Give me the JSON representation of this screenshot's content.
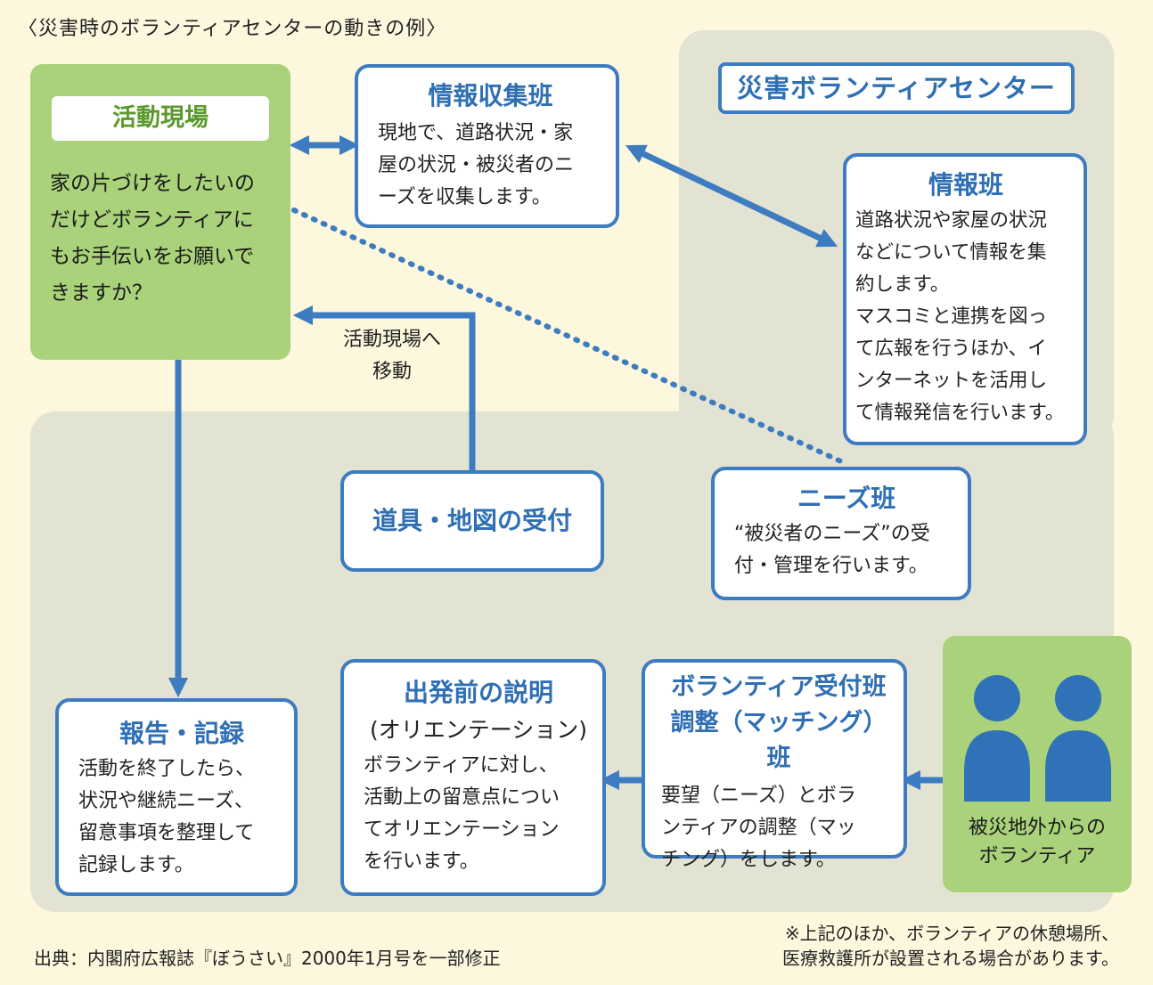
{
  "title": "〈災害時のボランティアセンターの動きの例〉",
  "site": {
    "label": "活動現場",
    "text": [
      "家の片づけをしたいの",
      "だけどボランティアに",
      "もお手伝いをお願いで",
      "きますか？"
    ]
  },
  "info_collection": {
    "title": "情報収集班",
    "text": [
      "現地で、道路状況・家",
      "屋の状況・被災者のニ",
      "ーズを収集します。"
    ]
  },
  "center_title": "災害ボランティアセンター",
  "info_team": {
    "title": "情報班",
    "text": [
      "道路状況や家屋の状況",
      "などについて情報を集",
      "約します。",
      "マスコミと連携を図っ",
      "て広報を行うほか、イ",
      "ンターネットを活用し",
      "て情報発信を行います。"
    ]
  },
  "move_label": [
    "活動現場へ",
    "移動"
  ],
  "tools": {
    "title": "道具・地図の受付"
  },
  "needs_team": {
    "title": "ニーズ班",
    "text": [
      "“被災者のニーズ”の受",
      "付・管理を行います。"
    ]
  },
  "report": {
    "title": "報告・記録",
    "text": [
      "活動を終了したら、",
      "状況や継続ニーズ、",
      "留意事項を整理して",
      "記録します。"
    ]
  },
  "briefing": {
    "title": "出発前の説明",
    "subtitle": "(オリエンテーション)",
    "text": [
      "ボランティアに対し、",
      "活動上の留意点につい",
      "てオリエンテーション",
      "を行います。"
    ]
  },
  "reception": {
    "title1": "ボランティア受付班",
    "title2": "調整（マッチング）班",
    "text": [
      "要望（ニーズ）とボラ",
      "ンティアの調整（マッ",
      "チング）をします。"
    ]
  },
  "outside_volunteers": {
    "label": [
      "被災地外からの",
      "ボランティア"
    ]
  },
  "footer": {
    "source": "出典：内閣府広報誌『ぼうさい』2000年1月号を一部修正",
    "note": [
      "※上記のほか、ボランティアの休憩場所、",
      "医療救護所が設置される場合があります。"
    ]
  },
  "colors": {
    "blue": "#3d7cc0",
    "green": "#a9d27a",
    "gray": "#e3e3d4",
    "cream": "#fdf7dd"
  }
}
